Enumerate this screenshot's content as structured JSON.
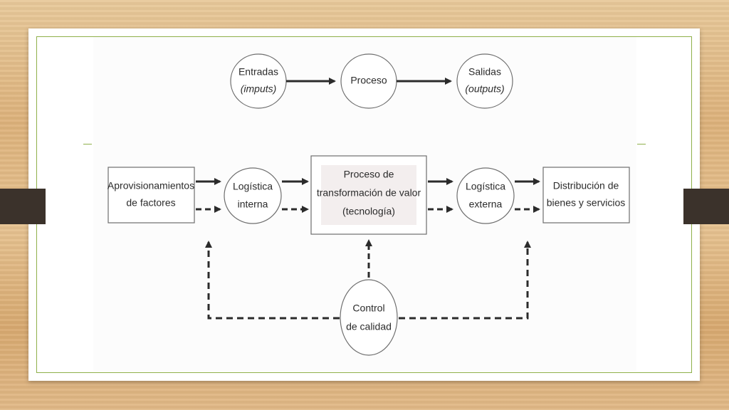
{
  "colors": {
    "ink": "#2b2b2b",
    "box_fill": "#ffffff",
    "box_stroke": "#6e6e6e",
    "accent_border": "#8fb04a"
  },
  "diagram": {
    "top_row": {
      "inputs": {
        "line1": "Entradas",
        "line2": "(imputs)"
      },
      "process": {
        "line1": "Proceso"
      },
      "outputs": {
        "line1": "Salidas",
        "line2": "(outputs)"
      }
    },
    "main_row": {
      "supply": {
        "line1": "Aprovisionamientos",
        "line2": "de factores"
      },
      "internal_logistics": {
        "line1": "Logística",
        "line2": "interna"
      },
      "transformation": {
        "line1": "Proceso de",
        "line2": "transformación de valor",
        "line3": "(tecnología)"
      },
      "external_logistics": {
        "line1": "Logística",
        "line2": "externa"
      },
      "distribution": {
        "line1": "Distribución de",
        "line2": "bienes y servicios"
      }
    },
    "quality_control": {
      "line1": "Control",
      "line2": "de calidad"
    }
  }
}
